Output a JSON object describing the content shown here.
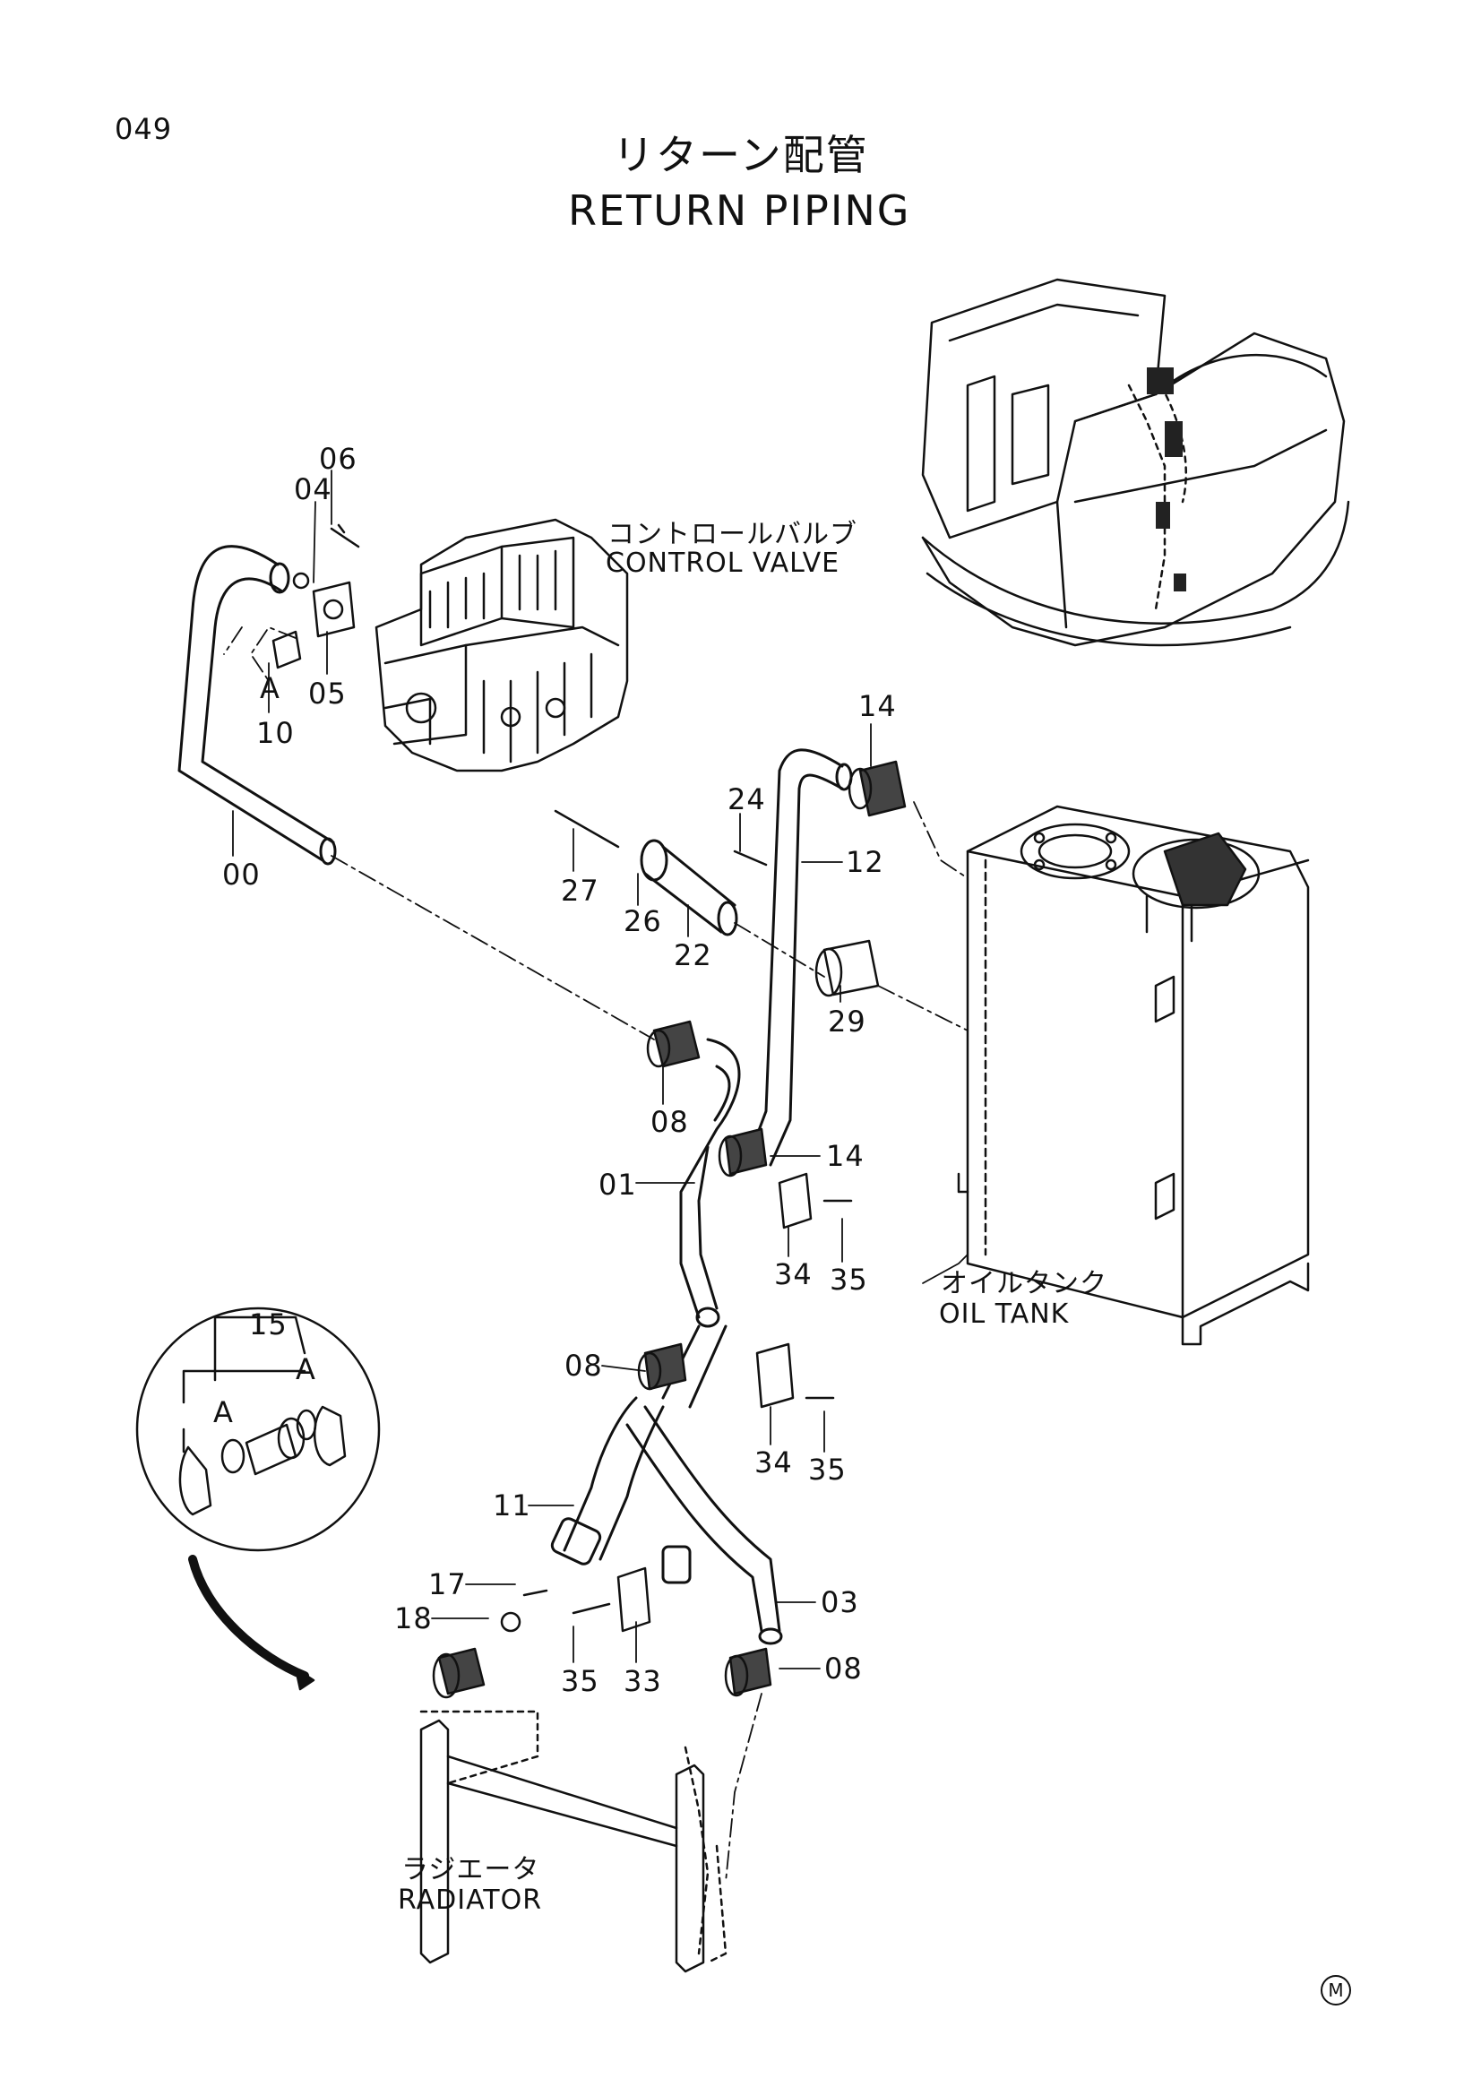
{
  "page_number": "049",
  "title": {
    "ja": "リターン配管",
    "en": "RETURN PIPING"
  },
  "components": {
    "control_valve": {
      "ja": "コントロールバルブ",
      "en": "CONTROL VALVE"
    },
    "oil_tank": {
      "ja": "オイルタンク",
      "en": "OIL TANK"
    },
    "radiator": {
      "ja": "ラジエータ",
      "en": "RADIATOR"
    }
  },
  "part_labels": {
    "p06": "06",
    "p04": "04",
    "p05": "05",
    "p10": "10",
    "p00": "00",
    "p14a": "14",
    "p24": "24",
    "p12": "12",
    "p27": "27",
    "p26": "26",
    "p22": "22",
    "p29": "29",
    "p08a": "08",
    "p01": "01",
    "p14b": "14",
    "p34a": "34",
    "p35a": "35",
    "p15": "15",
    "p08b": "08",
    "p34b": "34",
    "p35b": "35",
    "p11": "11",
    "p17": "17",
    "p18": "18",
    "p35c": "35",
    "p33": "33",
    "p03": "03",
    "p08c": "08"
  },
  "callouts": {
    "a1": "A",
    "a2": "A",
    "a3": "A"
  },
  "mark": "M"
}
